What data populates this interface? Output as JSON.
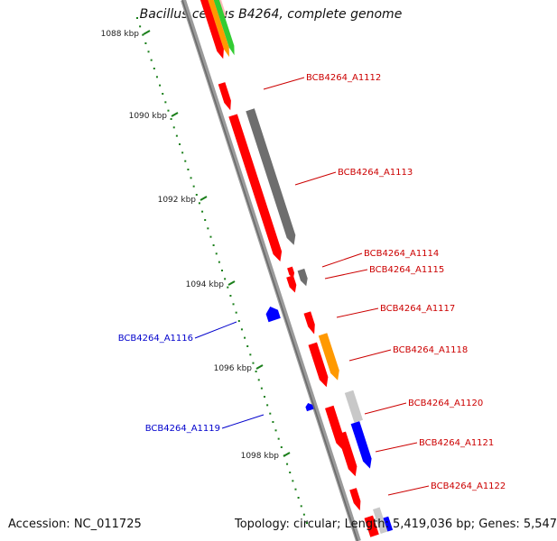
{
  "title": "Bacillus cereus B4264, complete genome",
  "footer": {
    "accession": "Accession: NC_011725",
    "summary": "Topology: circular; Length: 5,419,036 bp; Genes: 5,547"
  },
  "colors": {
    "backbone": "#8a8a8a",
    "ruler_ticks": "#1a7f1a",
    "forward_label": "#cc0000",
    "reverse_label": "#0000cc",
    "cds_red": "#ff0000",
    "gray": "#6e6e6e",
    "light_gray": "#c8c8c8",
    "orange": "#ff9900",
    "green": "#33cc33",
    "blue": "#0000ff",
    "pink": "#ffbbbb"
  },
  "ruler": [
    "1088 kbp",
    "1090 kbp",
    "1092 kbp",
    "1094 kbp",
    "1096 kbp",
    "1098 kbp"
  ],
  "gene_labels": [
    {
      "name": "BCB4264_A1112",
      "strand": "forward"
    },
    {
      "name": "BCB4264_A1113",
      "strand": "forward"
    },
    {
      "name": "BCB4264_A1114",
      "strand": "forward"
    },
    {
      "name": "BCB4264_A1115",
      "strand": "forward"
    },
    {
      "name": "BCB4264_A1116",
      "strand": "reverse"
    },
    {
      "name": "BCB4264_A1117",
      "strand": "forward"
    },
    {
      "name": "BCB4264_A1118",
      "strand": "forward"
    },
    {
      "name": "BCB4264_A1119",
      "strand": "reverse"
    },
    {
      "name": "BCB4264_A1120",
      "strand": "forward"
    },
    {
      "name": "BCB4264_A1121",
      "strand": "forward"
    },
    {
      "name": "BCB4264_A1122",
      "strand": "forward"
    }
  ]
}
